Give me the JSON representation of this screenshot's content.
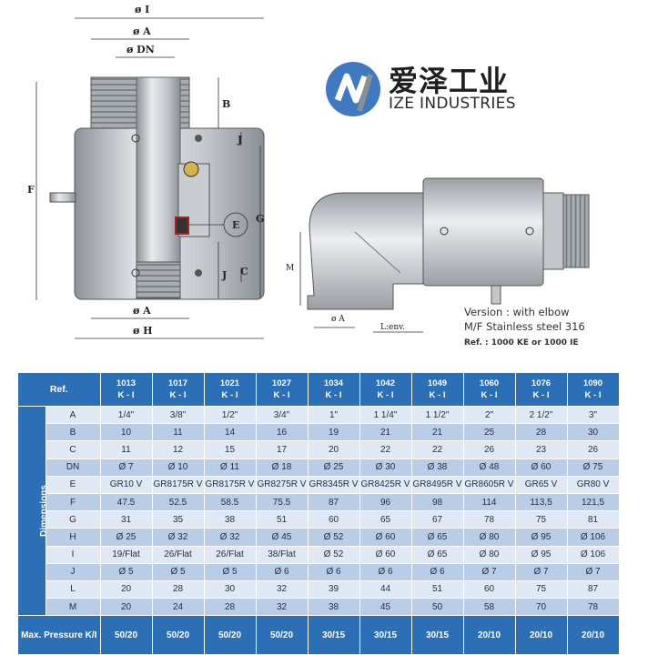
{
  "logo": {
    "cn": "爱泽工业",
    "en": "IZE INDUSTRIES",
    "icon": "ize-logo-icon",
    "colors": {
      "blue": "#3e79c2",
      "gray": "#8a8f96"
    }
  },
  "drawing": {
    "labels": {
      "phi_i": "ø I",
      "phi_a_top": "ø A",
      "phi_dn": "ø DN",
      "b": "B",
      "j_top": "J",
      "f": "F",
      "e": "E",
      "g": "G",
      "c": "C",
      "j_bottom": "J",
      "phi_a_bottom": "ø A",
      "phi_h": "ø H",
      "m": "M",
      "phi_a_elbow": "ø A",
      "l_env": "L:env."
    }
  },
  "note": {
    "line1": "Version : with elbow",
    "line2": "M/F Stainless steel 316",
    "line3": "Ref. : 1000 KE or 1000 IE"
  },
  "table": {
    "ref_label": "Ref.",
    "side_label": "Dimensions",
    "columns": [
      {
        "code": "1013",
        "sub": "K - I"
      },
      {
        "code": "1017",
        "sub": "K - I"
      },
      {
        "code": "1021",
        "sub": "K - I"
      },
      {
        "code": "1027",
        "sub": "K - I"
      },
      {
        "code": "1034",
        "sub": "K - I"
      },
      {
        "code": "1042",
        "sub": "K - I"
      },
      {
        "code": "1049",
        "sub": "K - I"
      },
      {
        "code": "1060",
        "sub": "K - I"
      },
      {
        "code": "1076",
        "sub": "K - I"
      },
      {
        "code": "1090",
        "sub": "K - I"
      }
    ],
    "rows": [
      {
        "label": "A",
        "values": [
          "1/4\"",
          "3/8\"",
          "1/2\"",
          "3/4\"",
          "1\"",
          "1 1/4\"",
          "1 1/2\"",
          "2\"",
          "2 1/2\"",
          "3\""
        ]
      },
      {
        "label": "B",
        "values": [
          "10",
          "11",
          "14",
          "16",
          "19",
          "21",
          "21",
          "25",
          "28",
          "30"
        ]
      },
      {
        "label": "C",
        "values": [
          "11",
          "12",
          "15",
          "17",
          "20",
          "22",
          "22",
          "26",
          "23",
          "26"
        ]
      },
      {
        "label": "DN",
        "values": [
          "Ø 7",
          "Ø 10",
          "Ø 11",
          "Ø 18",
          "Ø 25",
          "Ø 30",
          "Ø 38",
          "Ø 48",
          "Ø 60",
          "Ø 75"
        ]
      },
      {
        "label": "E",
        "values": [
          "GR10 V",
          "GR8175R V",
          "GR8175R V",
          "GR8275R V",
          "GR8345R V",
          "GR8425R V",
          "GR8495R V",
          "GR8605R V",
          "GR65 V",
          "GR80 V"
        ]
      },
      {
        "label": "F",
        "values": [
          "47.5",
          "52.5",
          "58.5",
          "75.5",
          "87",
          "96",
          "98",
          "114",
          "113,5",
          "121,5"
        ]
      },
      {
        "label": "G",
        "values": [
          "31",
          "35",
          "38",
          "51",
          "60",
          "65",
          "67",
          "78",
          "75",
          "81"
        ]
      },
      {
        "label": "H",
        "values": [
          "Ø 25",
          "Ø 32",
          "Ø 32",
          "Ø 45",
          "Ø 52",
          "Ø 60",
          "Ø 65",
          "Ø 80",
          "Ø 95",
          "Ø 106"
        ]
      },
      {
        "label": "I",
        "values": [
          "19/Flat",
          "26/Flat",
          "26/Flat",
          "38/Flat",
          "Ø 52",
          "Ø 60",
          "Ø 65",
          "Ø 80",
          "Ø 95",
          "Ø 106"
        ]
      },
      {
        "label": "J",
        "values": [
          "Ø 5",
          "Ø 5",
          "Ø 5",
          "Ø 6",
          "Ø 6",
          "Ø 6",
          "Ø 6",
          "Ø 7",
          "Ø 7",
          "Ø 7"
        ]
      },
      {
        "label": "L",
        "values": [
          "20",
          "28",
          "30",
          "32",
          "39",
          "44",
          "51",
          "60",
          "75",
          "87"
        ]
      },
      {
        "label": "M",
        "values": [
          "20",
          "24",
          "28",
          "32",
          "38",
          "45",
          "50",
          "58",
          "70",
          "78"
        ]
      }
    ],
    "footer": {
      "label": "Max. Pressure K/I",
      "values": [
        "50/20",
        "50/20",
        "50/20",
        "50/20",
        "30/15",
        "30/15",
        "30/15",
        "20/10",
        "20/10",
        "20/10"
      ]
    },
    "colors": {
      "header": "#2b6fb6",
      "row_light": "#dfe8f3",
      "row_dark": "#b9cde6"
    }
  }
}
